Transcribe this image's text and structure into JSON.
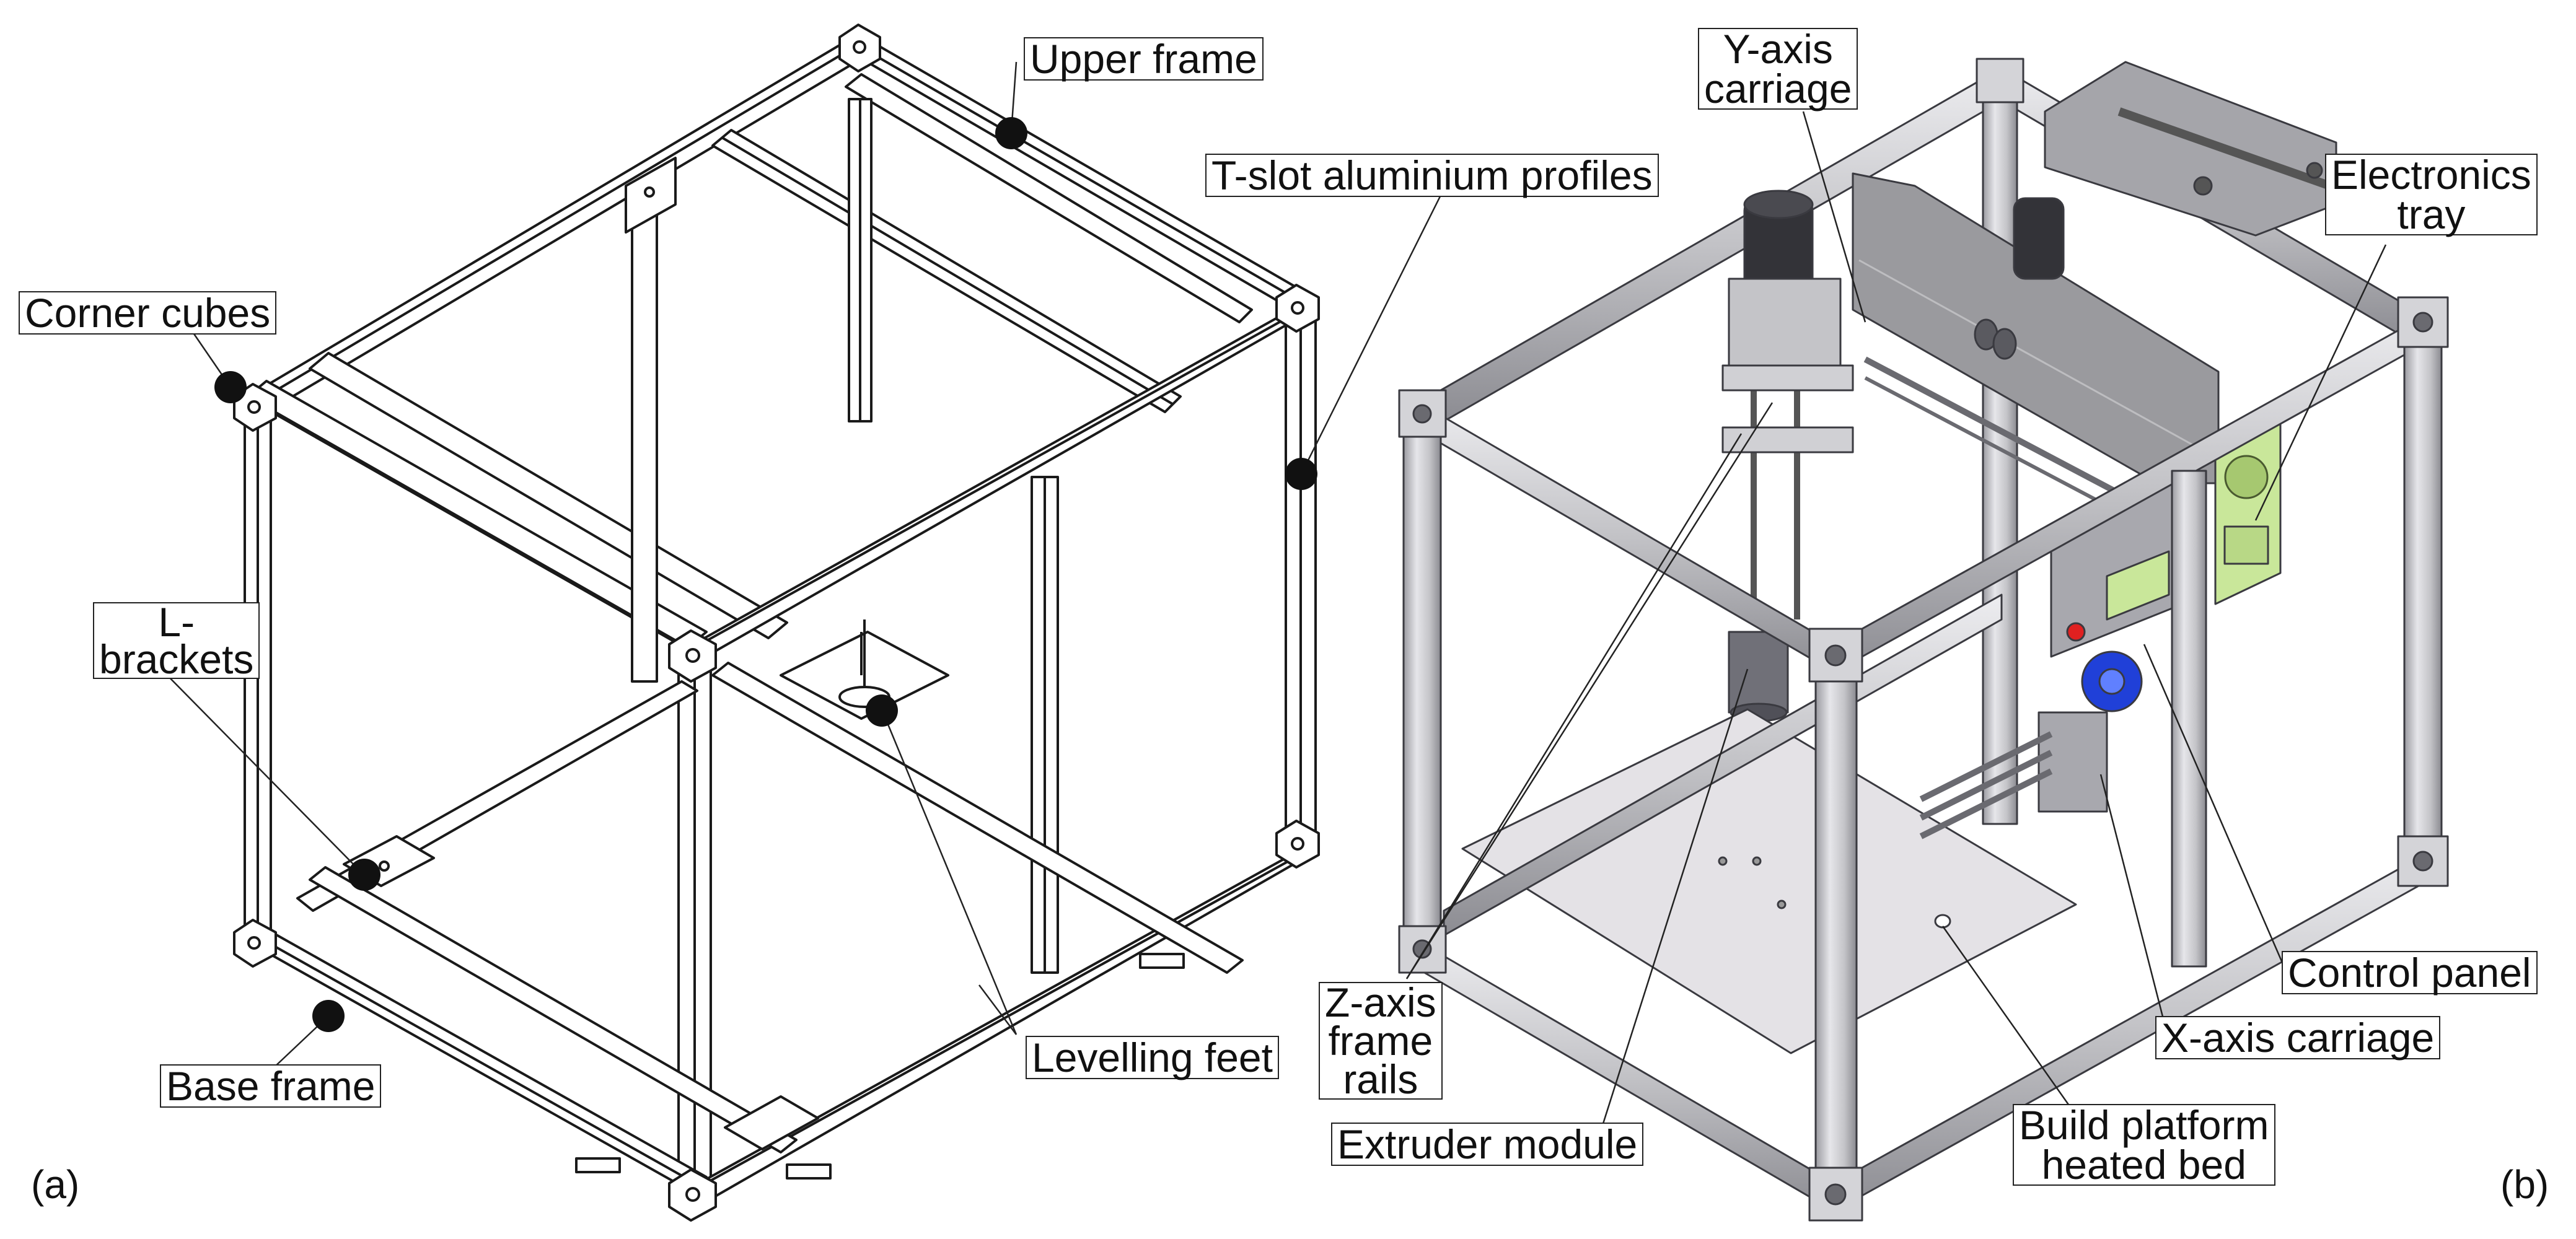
{
  "panels": {
    "a": "(a)",
    "b": "(b)"
  },
  "labels_a": {
    "upper_frame": "Upper frame",
    "t_slot_profiles": "T-slot aluminium profiles",
    "corner_cubes": "Corner cubes",
    "l_brackets_line1": "L-",
    "l_brackets_line2": "brackets",
    "base_frame": "Base frame",
    "levelling_feet": "Levelling feet"
  },
  "labels_b": {
    "y_axis_line1": "Y-axis",
    "y_axis_line2": "carriage",
    "electronics_line1": "Electronics",
    "electronics_line2": "tray",
    "control_panel": "Control panel",
    "x_axis_carriage": "X-axis carriage",
    "z_axis_line1": "Z-axis",
    "z_axis_line2": "frame",
    "z_axis_line3": "rails",
    "extruder_module": "Extruder module",
    "build_line1": "Build platform",
    "build_line2": "heated bed"
  },
  "colors": {
    "frame_outline": "#1a1a1a",
    "profile_fill_b": "#c8c8cc",
    "profile_dark_b": "#8e8e94",
    "bed_fill": "#e4e2e6",
    "electronics_green": "#c9e79a",
    "control_blue": "#2040d8",
    "led_red": "#e02020",
    "plate_gray": "#9a9a9e"
  }
}
